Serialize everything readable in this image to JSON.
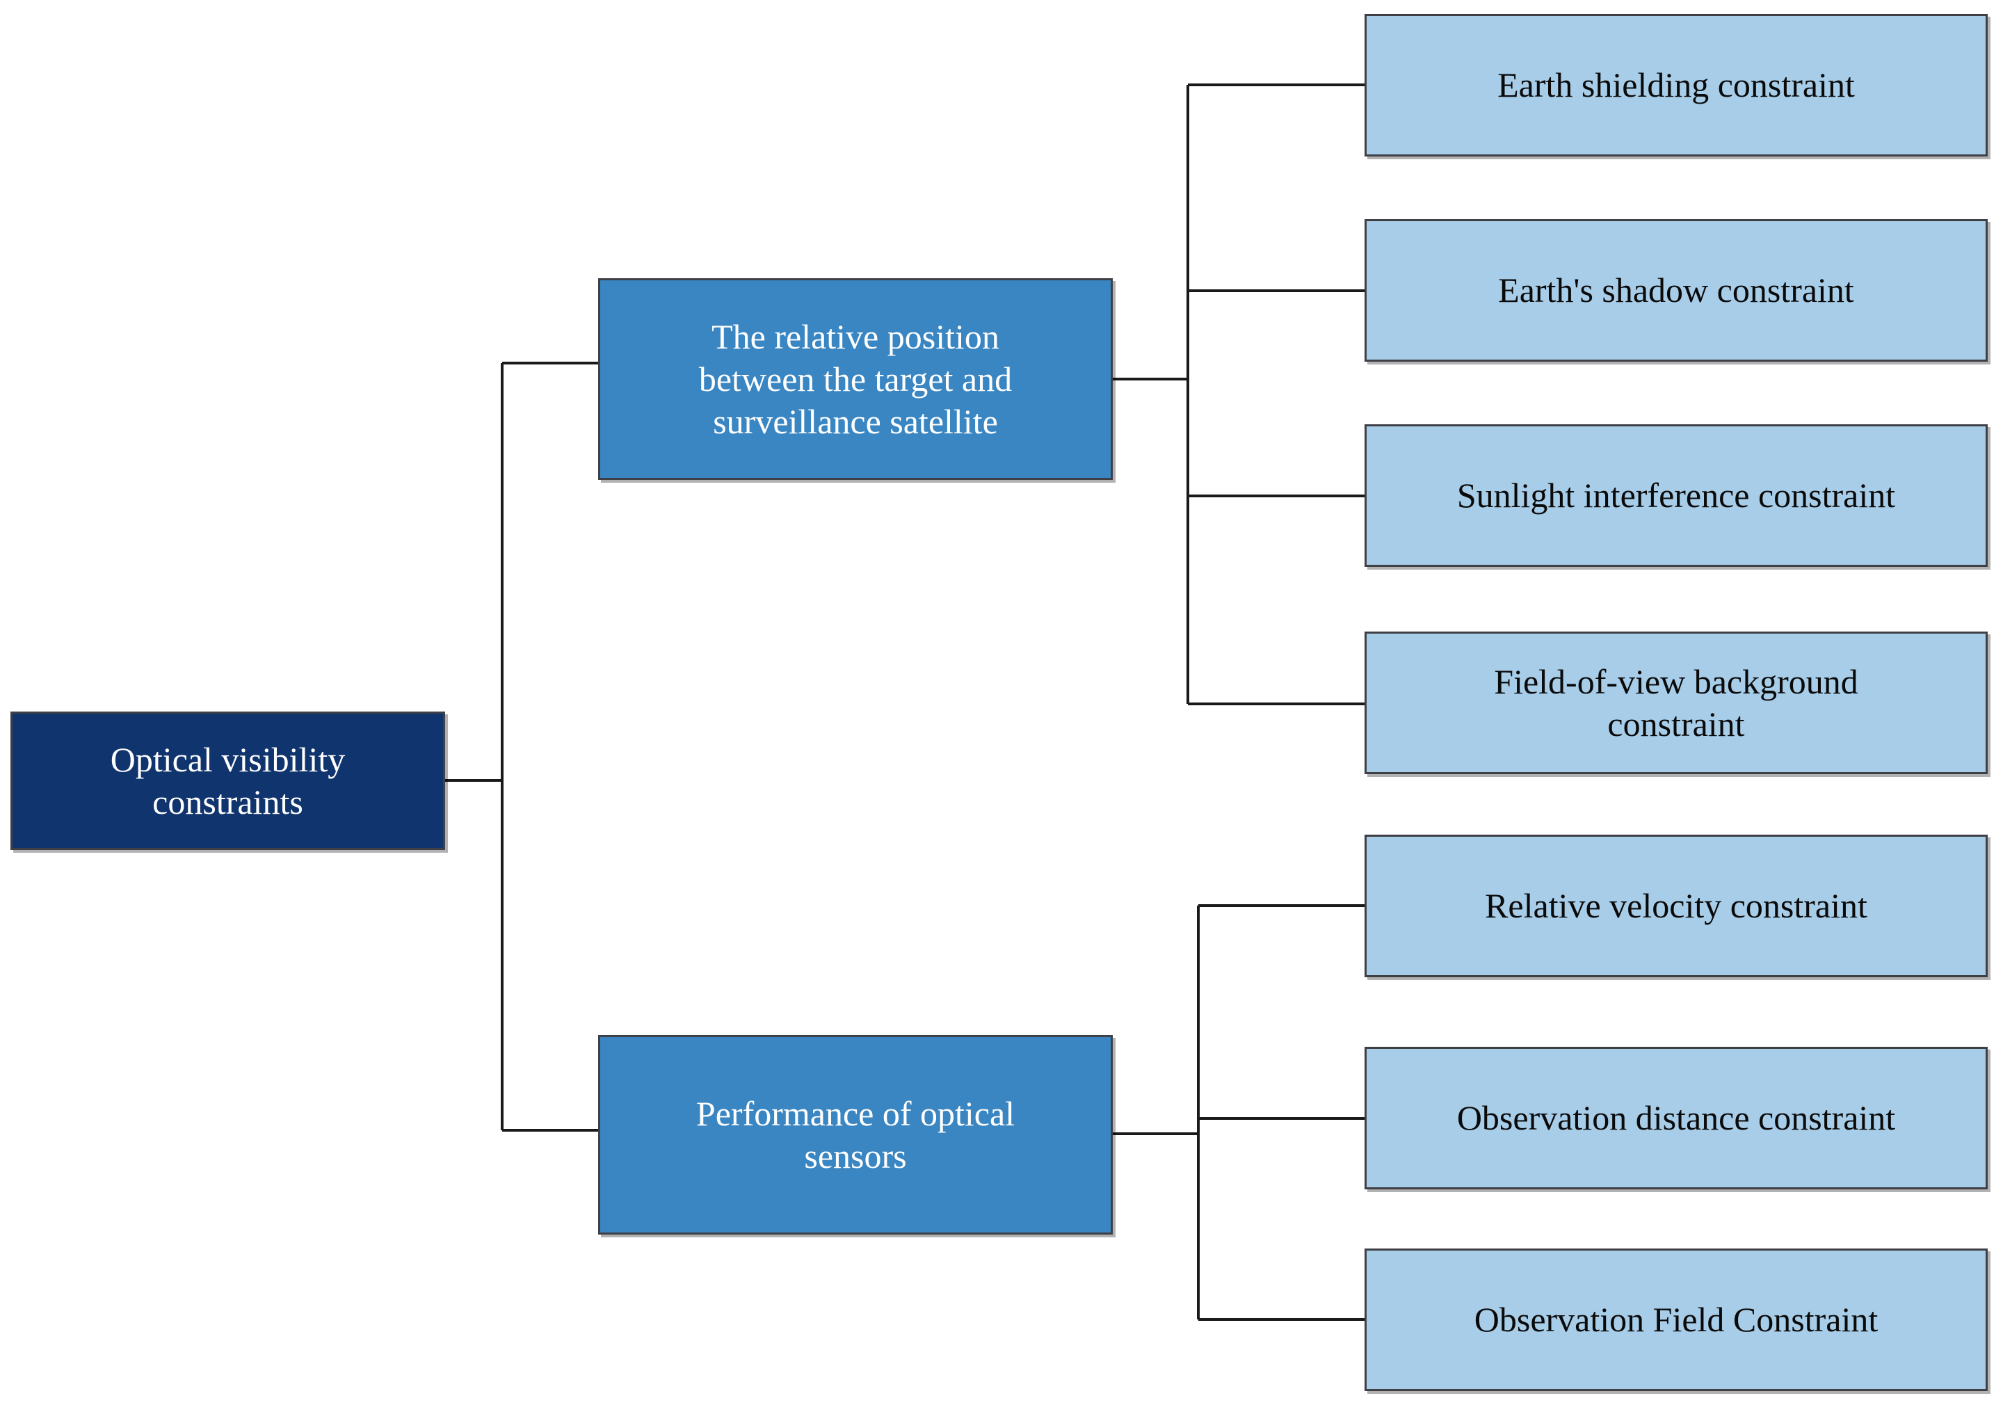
{
  "diagram": {
    "title": "Optical visibility constraints",
    "type": "tree",
    "colors": {
      "root_fill": "#10346d",
      "branch_fill": "#3a86c3",
      "leaf_fill": "#a8cde8",
      "border": "#3f3f46",
      "connector": "#1a1a1a",
      "root_text": "#ffffff",
      "branch_text": "#ffffff",
      "leaf_text": "#0a0a0a",
      "background": "#ffffff"
    },
    "root": {
      "label": "Optical visibility\nconstraints"
    },
    "branches": [
      {
        "label": "The relative position\nbetween the target and\nsurveillance satellite",
        "leaves": [
          {
            "label": "Earth shielding constraint"
          },
          {
            "label": "Earth's shadow constraint"
          },
          {
            "label": "Sunlight interference constraint"
          },
          {
            "label": "Field-of-view background\nconstraint"
          }
        ]
      },
      {
        "label": "Performance of optical\nsensors",
        "leaves": [
          {
            "label": "Relative velocity constraint"
          },
          {
            "label": "Observation distance constraint"
          },
          {
            "label": "Observation Field Constraint"
          }
        ]
      }
    ]
  }
}
